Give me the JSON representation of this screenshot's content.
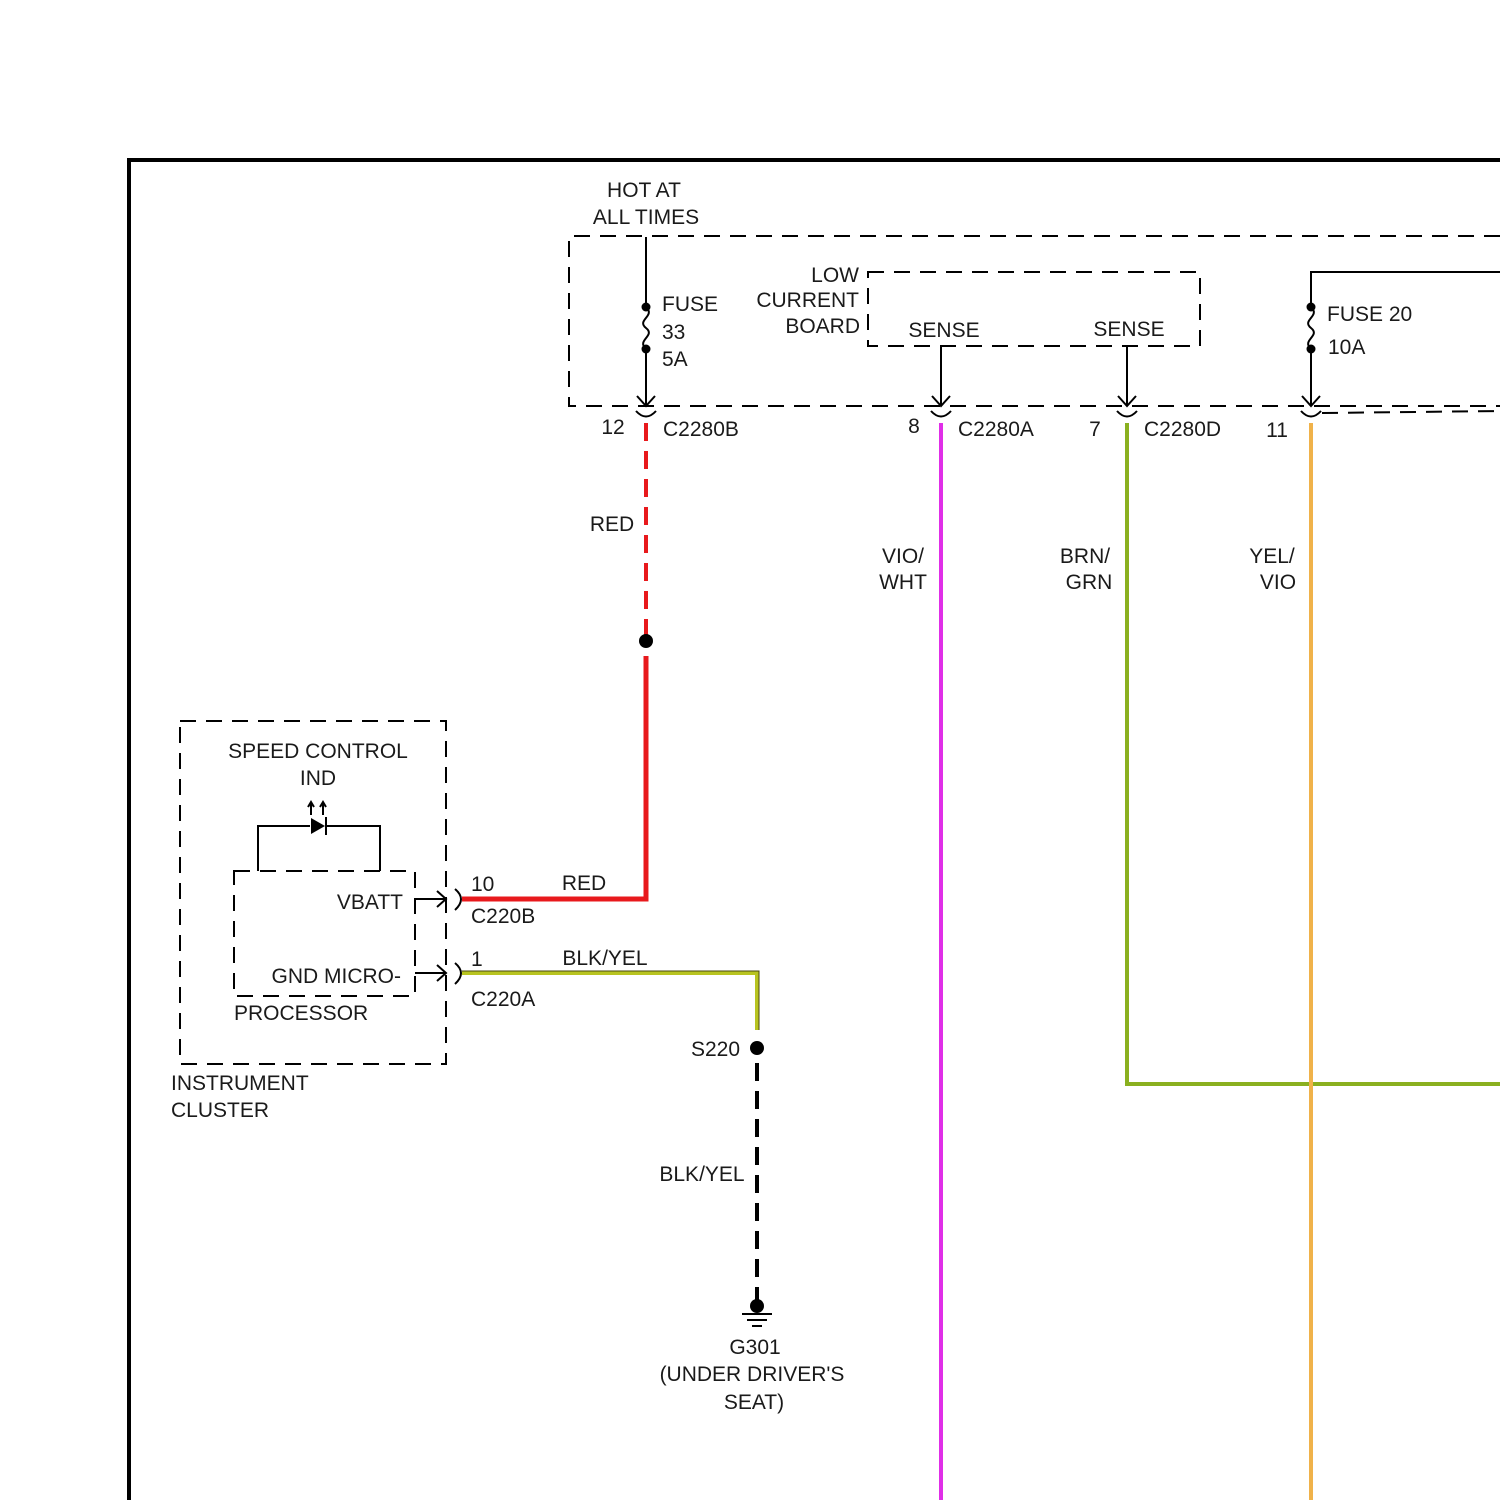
{
  "colors": {
    "red": "#e8191c",
    "vio_wht": "#e02ee8",
    "brn_grn": "#8ab020",
    "yel_vio": "#f0b24a",
    "blk_yel": "#b8c420",
    "black": "#000000"
  },
  "power": {
    "hot_at_line1": "HOT AT",
    "hot_at_line2": "ALL TIMES"
  },
  "fuse33": {
    "line1": "FUSE",
    "line2": "33",
    "line3": "5A"
  },
  "fuse20": {
    "line1": "FUSE 20",
    "line2": "10A"
  },
  "lcb": {
    "line1": "LOW",
    "line2": "CURRENT",
    "line3": "BOARD",
    "sense1": "SENSE",
    "sense2": "SENSE"
  },
  "connectors": {
    "c2280b": {
      "pin": "12",
      "name": "C2280B"
    },
    "c2280a": {
      "pin": "8",
      "name": "C2280A"
    },
    "c2280d": {
      "pin": "7",
      "name": "C2280D"
    },
    "pin11": "11",
    "c220b": {
      "pin": "10",
      "name": "C220B"
    },
    "c220a": {
      "pin": "1",
      "name": "C220A"
    }
  },
  "wires": {
    "red_vertical": "RED",
    "red_horizontal": "RED",
    "vio_wht_1": "VIO/",
    "vio_wht_2": "WHT",
    "brn_grn_1": "BRN/",
    "brn_grn_2": "GRN",
    "yel_vio_1": "YEL/",
    "yel_vio_2": "VIO",
    "blk_yel_horizontal": "BLK/YEL",
    "blk_yel_vertical": "BLK/YEL"
  },
  "cluster": {
    "speed_control_1": "SPEED CONTROL",
    "speed_control_2": "IND",
    "vbatt": "VBATT",
    "gnd_micro": "GND MICRO-",
    "processor": "PROCESSOR",
    "instrument_1": "INSTRUMENT",
    "instrument_2": "CLUSTER"
  },
  "splice": "S220",
  "ground": {
    "name": "G301",
    "location_1": "(UNDER DRIVER'S",
    "location_2": "SEAT)"
  }
}
